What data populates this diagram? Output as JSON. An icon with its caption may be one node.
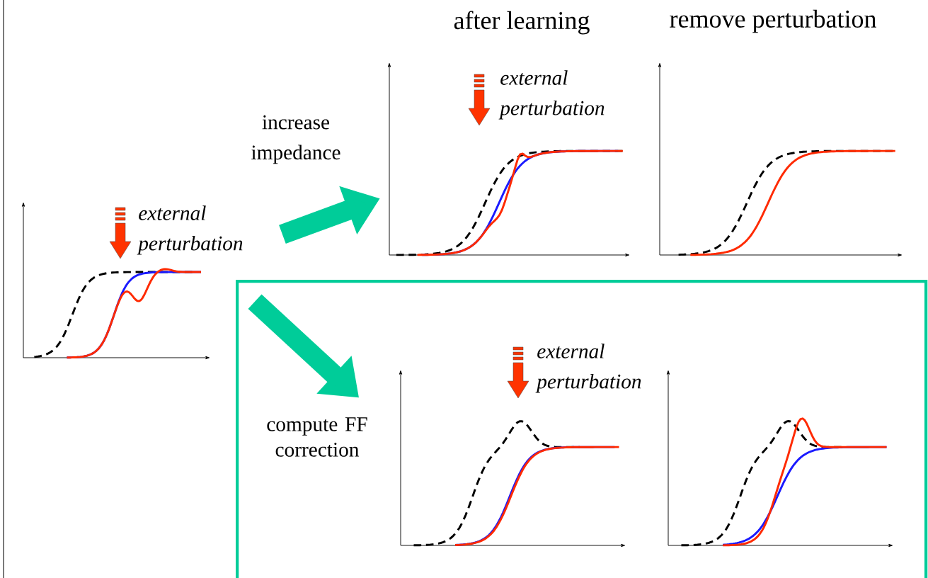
{
  "diagram": {
    "nodes": [
      {
        "text": [
          "external perturbation"
        ]
      },
      {
        "text": [
          "external perturbation"
        ]
      },
      {
        "text": [],
        "shape": "picture"
      },
      {
        "text": [
          "compute FF correction"
        ]
      },
      {
        "text": [
          "external perturbation"
        ],
        "in": 3
      },
      {
        "text": [],
        "shape": "picture",
        "in": 3
      }
    ],
    "edges": [
      {
        "from": 0,
        "to": 1,
        "arrow": "to",
        "label": "increase impedance"
      },
      {
        "from": 0,
        "to": 4,
        "arrow": "to"
      }
    ],
    "labels": [
      "after learning",
      "remove perturbation"
    ]
  }
}
